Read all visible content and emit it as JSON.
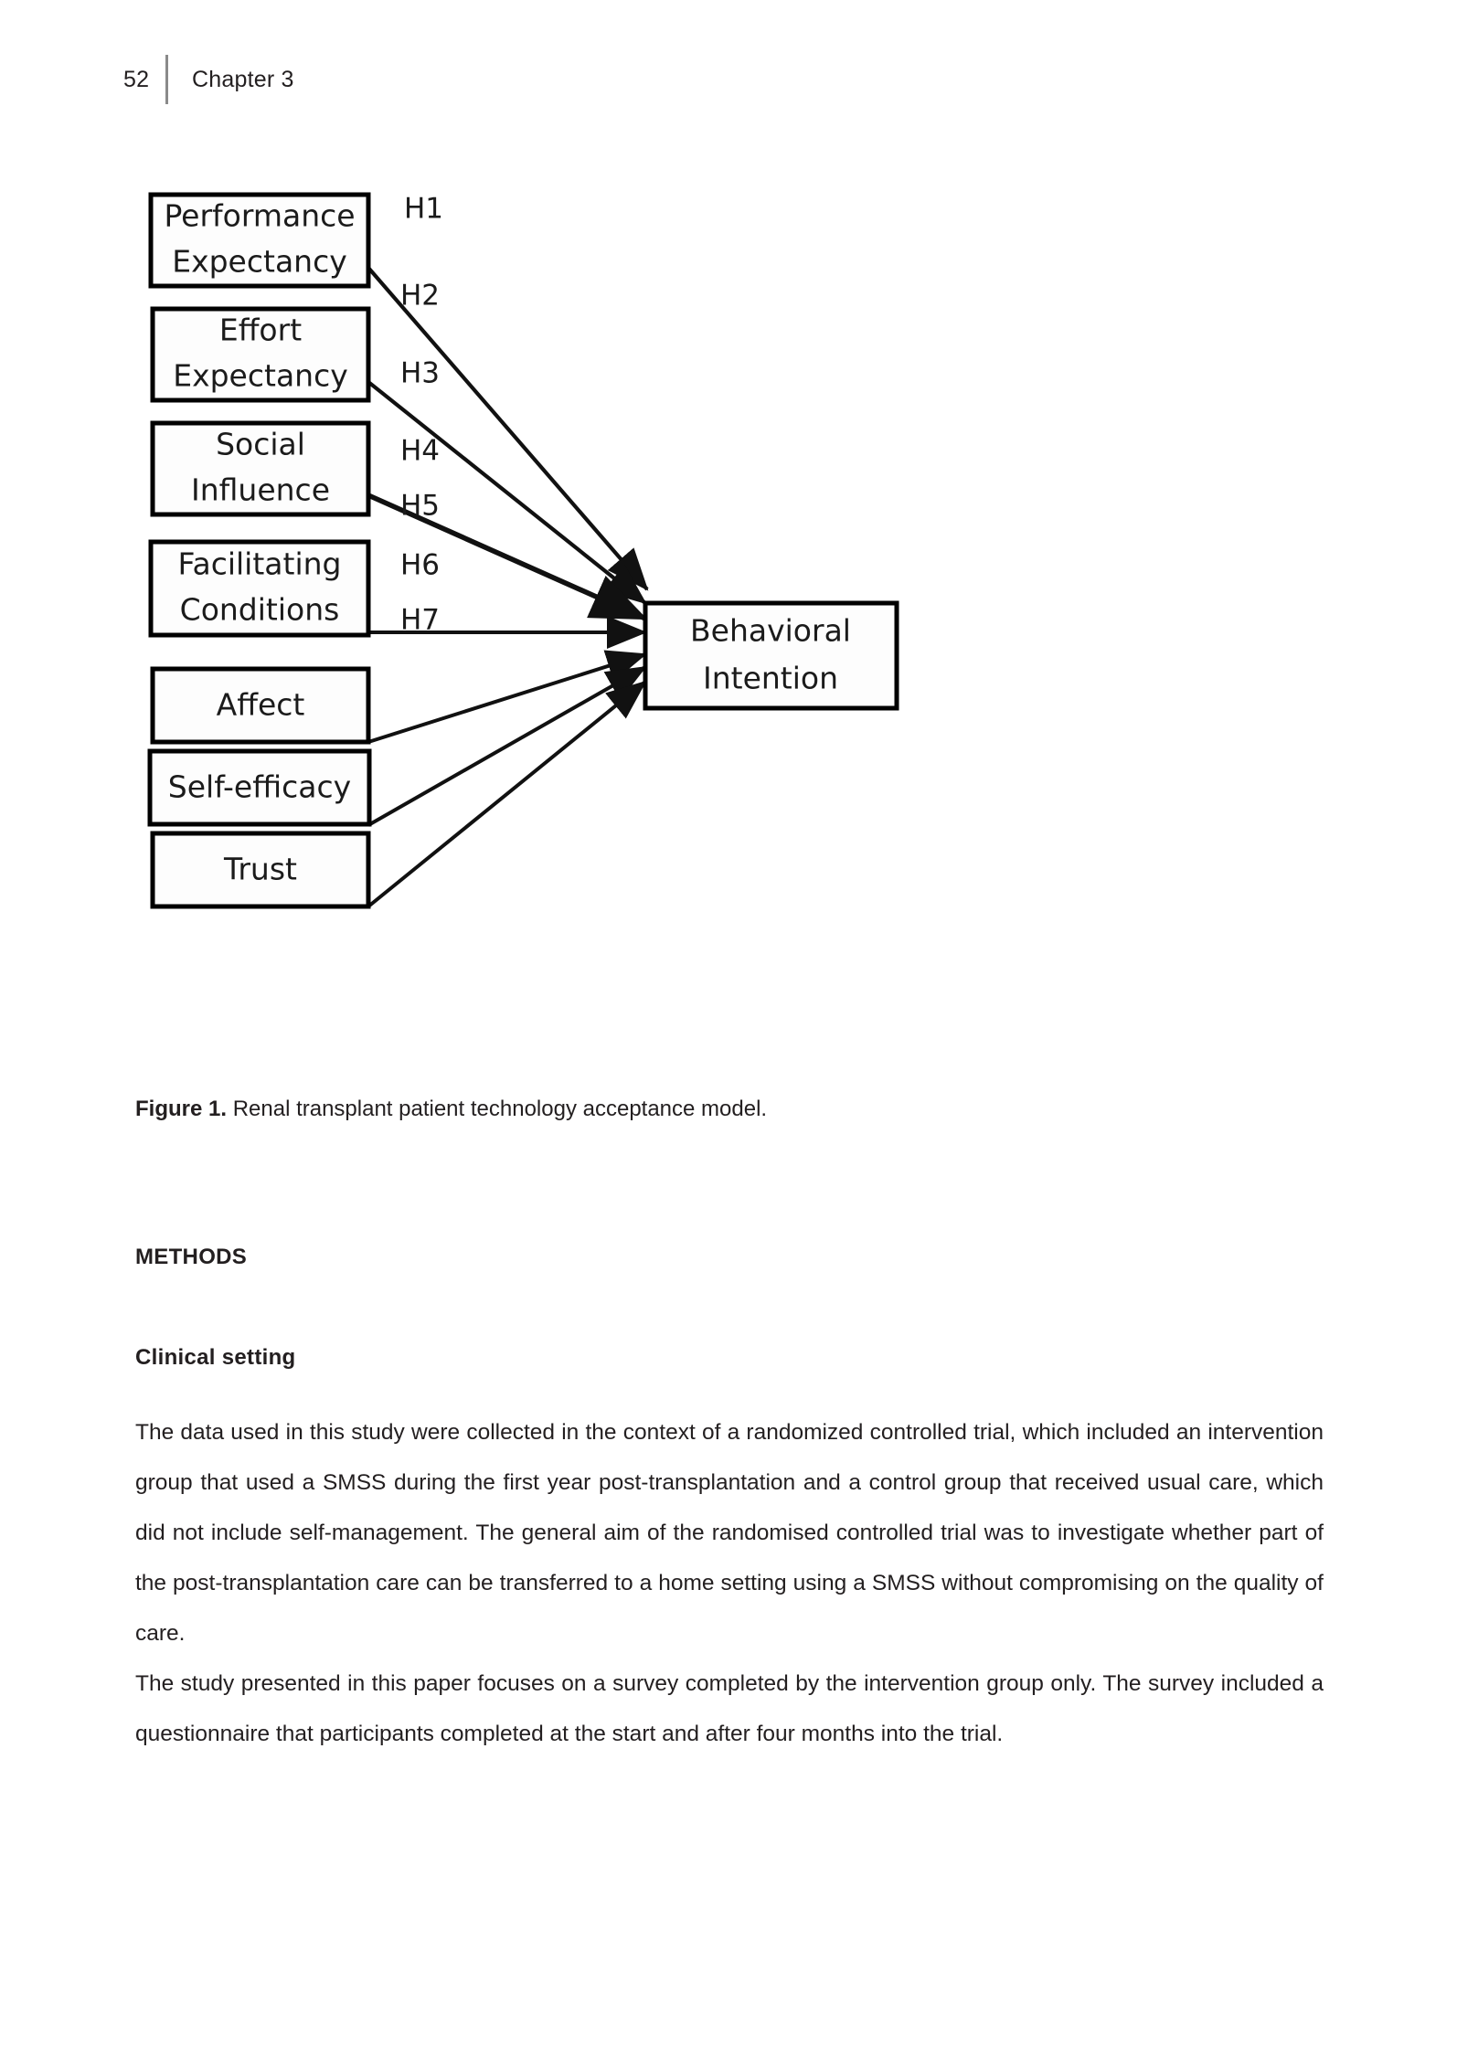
{
  "header": {
    "page_number": "52",
    "chapter_label": "Chapter 3"
  },
  "figure": {
    "caption_label": "Figure 1.",
    "caption_text": " Renal transplant patient technology acceptance model.",
    "diagram": {
      "target_node": "Behavioral\nIntention",
      "target_line_1": "Behavioral",
      "target_line_2": "Intention",
      "nodes": [
        {
          "id": "performance-expectancy",
          "line1": "Performance",
          "line2": "Expectancy",
          "hypothesis": "H1"
        },
        {
          "id": "effort-expectancy",
          "line1": "Effort",
          "line2": "Expectancy",
          "hypothesis": "H2"
        },
        {
          "id": "social-influence",
          "line1": "Social",
          "line2": "Influence",
          "hypothesis": "H3"
        },
        {
          "id": "facilitating-conditions",
          "line1": "Facilitating",
          "line2": "Conditions",
          "hypothesis": "H4"
        },
        {
          "id": "affect",
          "line1": "Affect",
          "line2": "",
          "hypothesis": "H5"
        },
        {
          "id": "self-efficacy",
          "line1": "Self-efficacy",
          "line2": "",
          "hypothesis": "H6"
        },
        {
          "id": "trust",
          "line1": "Trust",
          "line2": "",
          "hypothesis": "H7"
        }
      ]
    }
  },
  "content": {
    "methods_heading": "METHODS",
    "clinical_setting_heading": "Clinical setting",
    "paragraph_one": "The data used in this study were collected in the context of a randomized controlled trial, which included an intervention group that used a SMSS during the first year post-transplantation and a control group that received usual care, which did not include self-management. The general aim of the randomised controlled trial was to investigate whether part of the post-transplantation care can be transferred to a home setting using a SMSS without compromising on the quality of care.",
    "paragraph_two": "The study presented in this paper focuses on a survey completed by the intervention group only. The survey included a questionnaire that participants completed at the start and after four months into the trial."
  },
  "colors": {
    "text": "#231f20",
    "rule": "#8a8a8a",
    "diagram_stroke": "#111111",
    "page_background": "#ffffff"
  }
}
